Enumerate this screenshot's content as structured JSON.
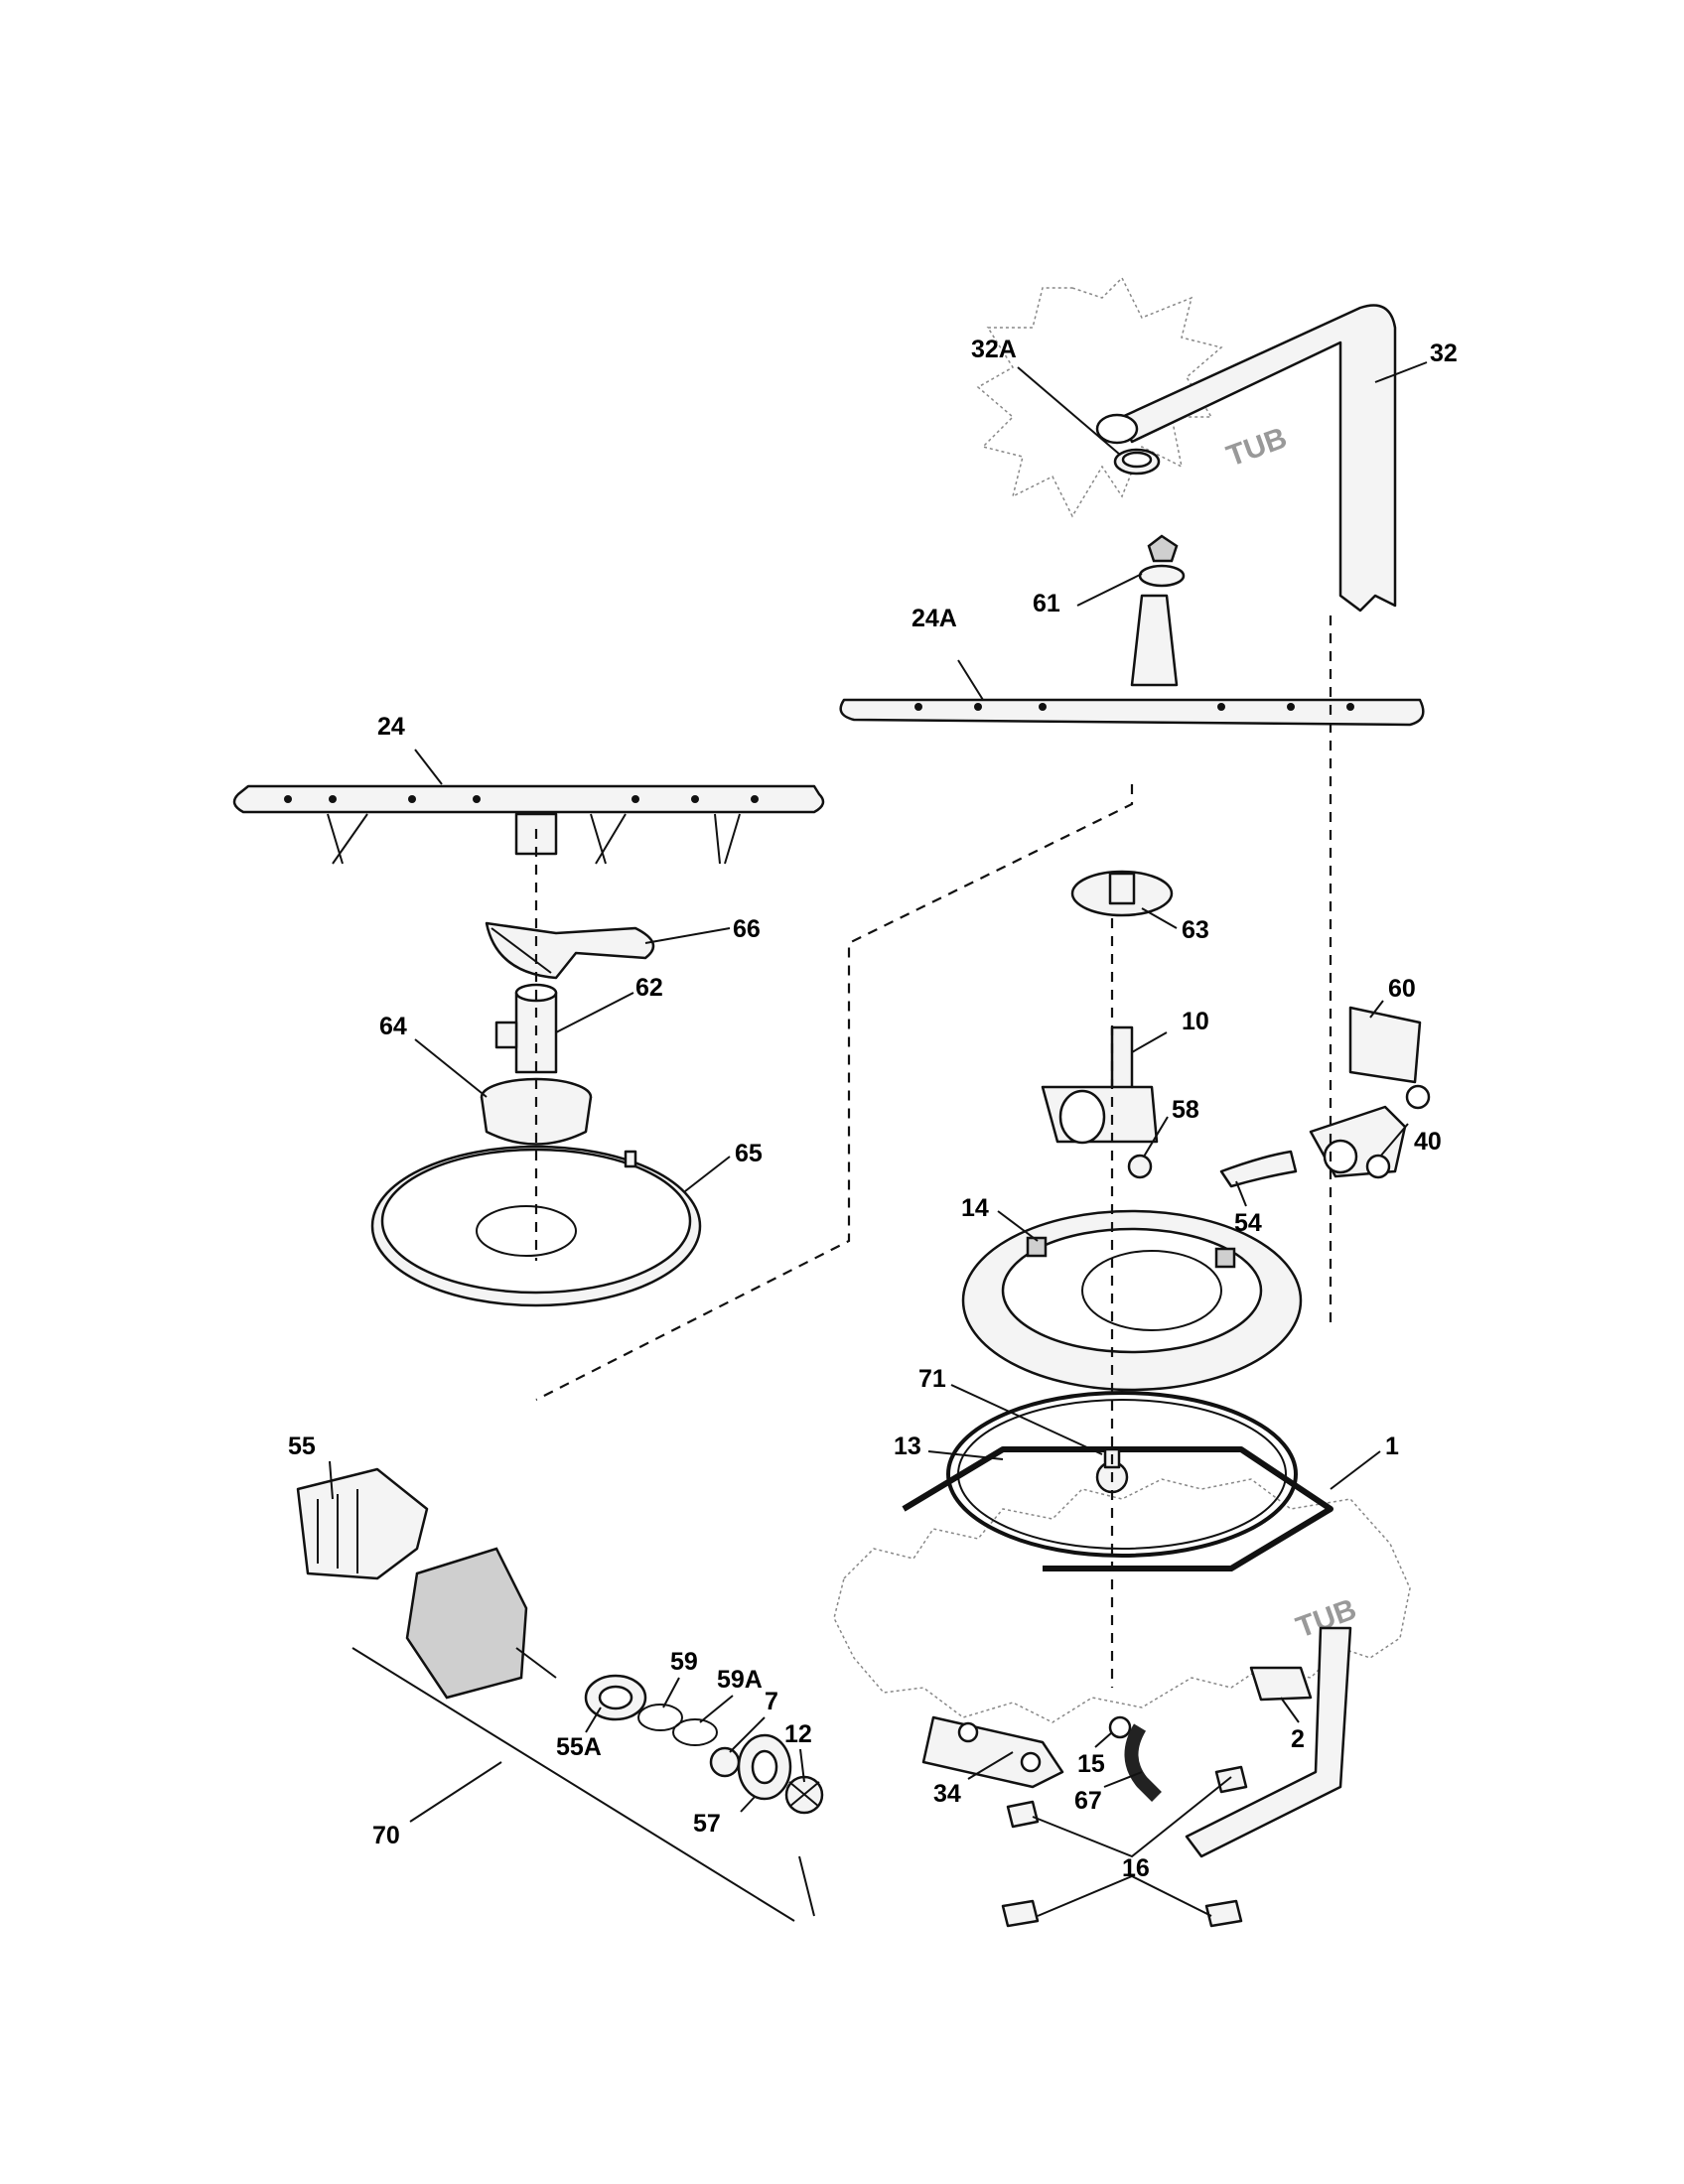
{
  "diagram": {
    "callouts": [
      {
        "id": "32A",
        "label": "32A"
      },
      {
        "id": "32",
        "label": "32"
      },
      {
        "id": "61",
        "label": "61"
      },
      {
        "id": "24A",
        "label": "24A"
      },
      {
        "id": "24",
        "label": "24"
      },
      {
        "id": "66",
        "label": "66"
      },
      {
        "id": "63",
        "label": "63"
      },
      {
        "id": "62",
        "label": "62"
      },
      {
        "id": "60",
        "label": "60"
      },
      {
        "id": "64",
        "label": "64"
      },
      {
        "id": "10",
        "label": "10"
      },
      {
        "id": "58",
        "label": "58"
      },
      {
        "id": "65",
        "label": "65"
      },
      {
        "id": "40",
        "label": "40"
      },
      {
        "id": "54",
        "label": "54"
      },
      {
        "id": "14",
        "label": "14"
      },
      {
        "id": "71",
        "label": "71"
      },
      {
        "id": "55",
        "label": "55"
      },
      {
        "id": "13",
        "label": "13"
      },
      {
        "id": "1",
        "label": "1"
      },
      {
        "id": "59",
        "label": "59"
      },
      {
        "id": "59A",
        "label": "59A"
      },
      {
        "id": "7",
        "label": "7"
      },
      {
        "id": "12",
        "label": "12"
      },
      {
        "id": "55A",
        "label": "55A"
      },
      {
        "id": "2",
        "label": "2"
      },
      {
        "id": "15",
        "label": "15"
      },
      {
        "id": "34",
        "label": "34"
      },
      {
        "id": "70",
        "label": "70"
      },
      {
        "id": "57",
        "label": "57"
      },
      {
        "id": "67",
        "label": "67"
      },
      {
        "id": "16",
        "label": "16"
      }
    ],
    "tub_label": "TUB"
  }
}
